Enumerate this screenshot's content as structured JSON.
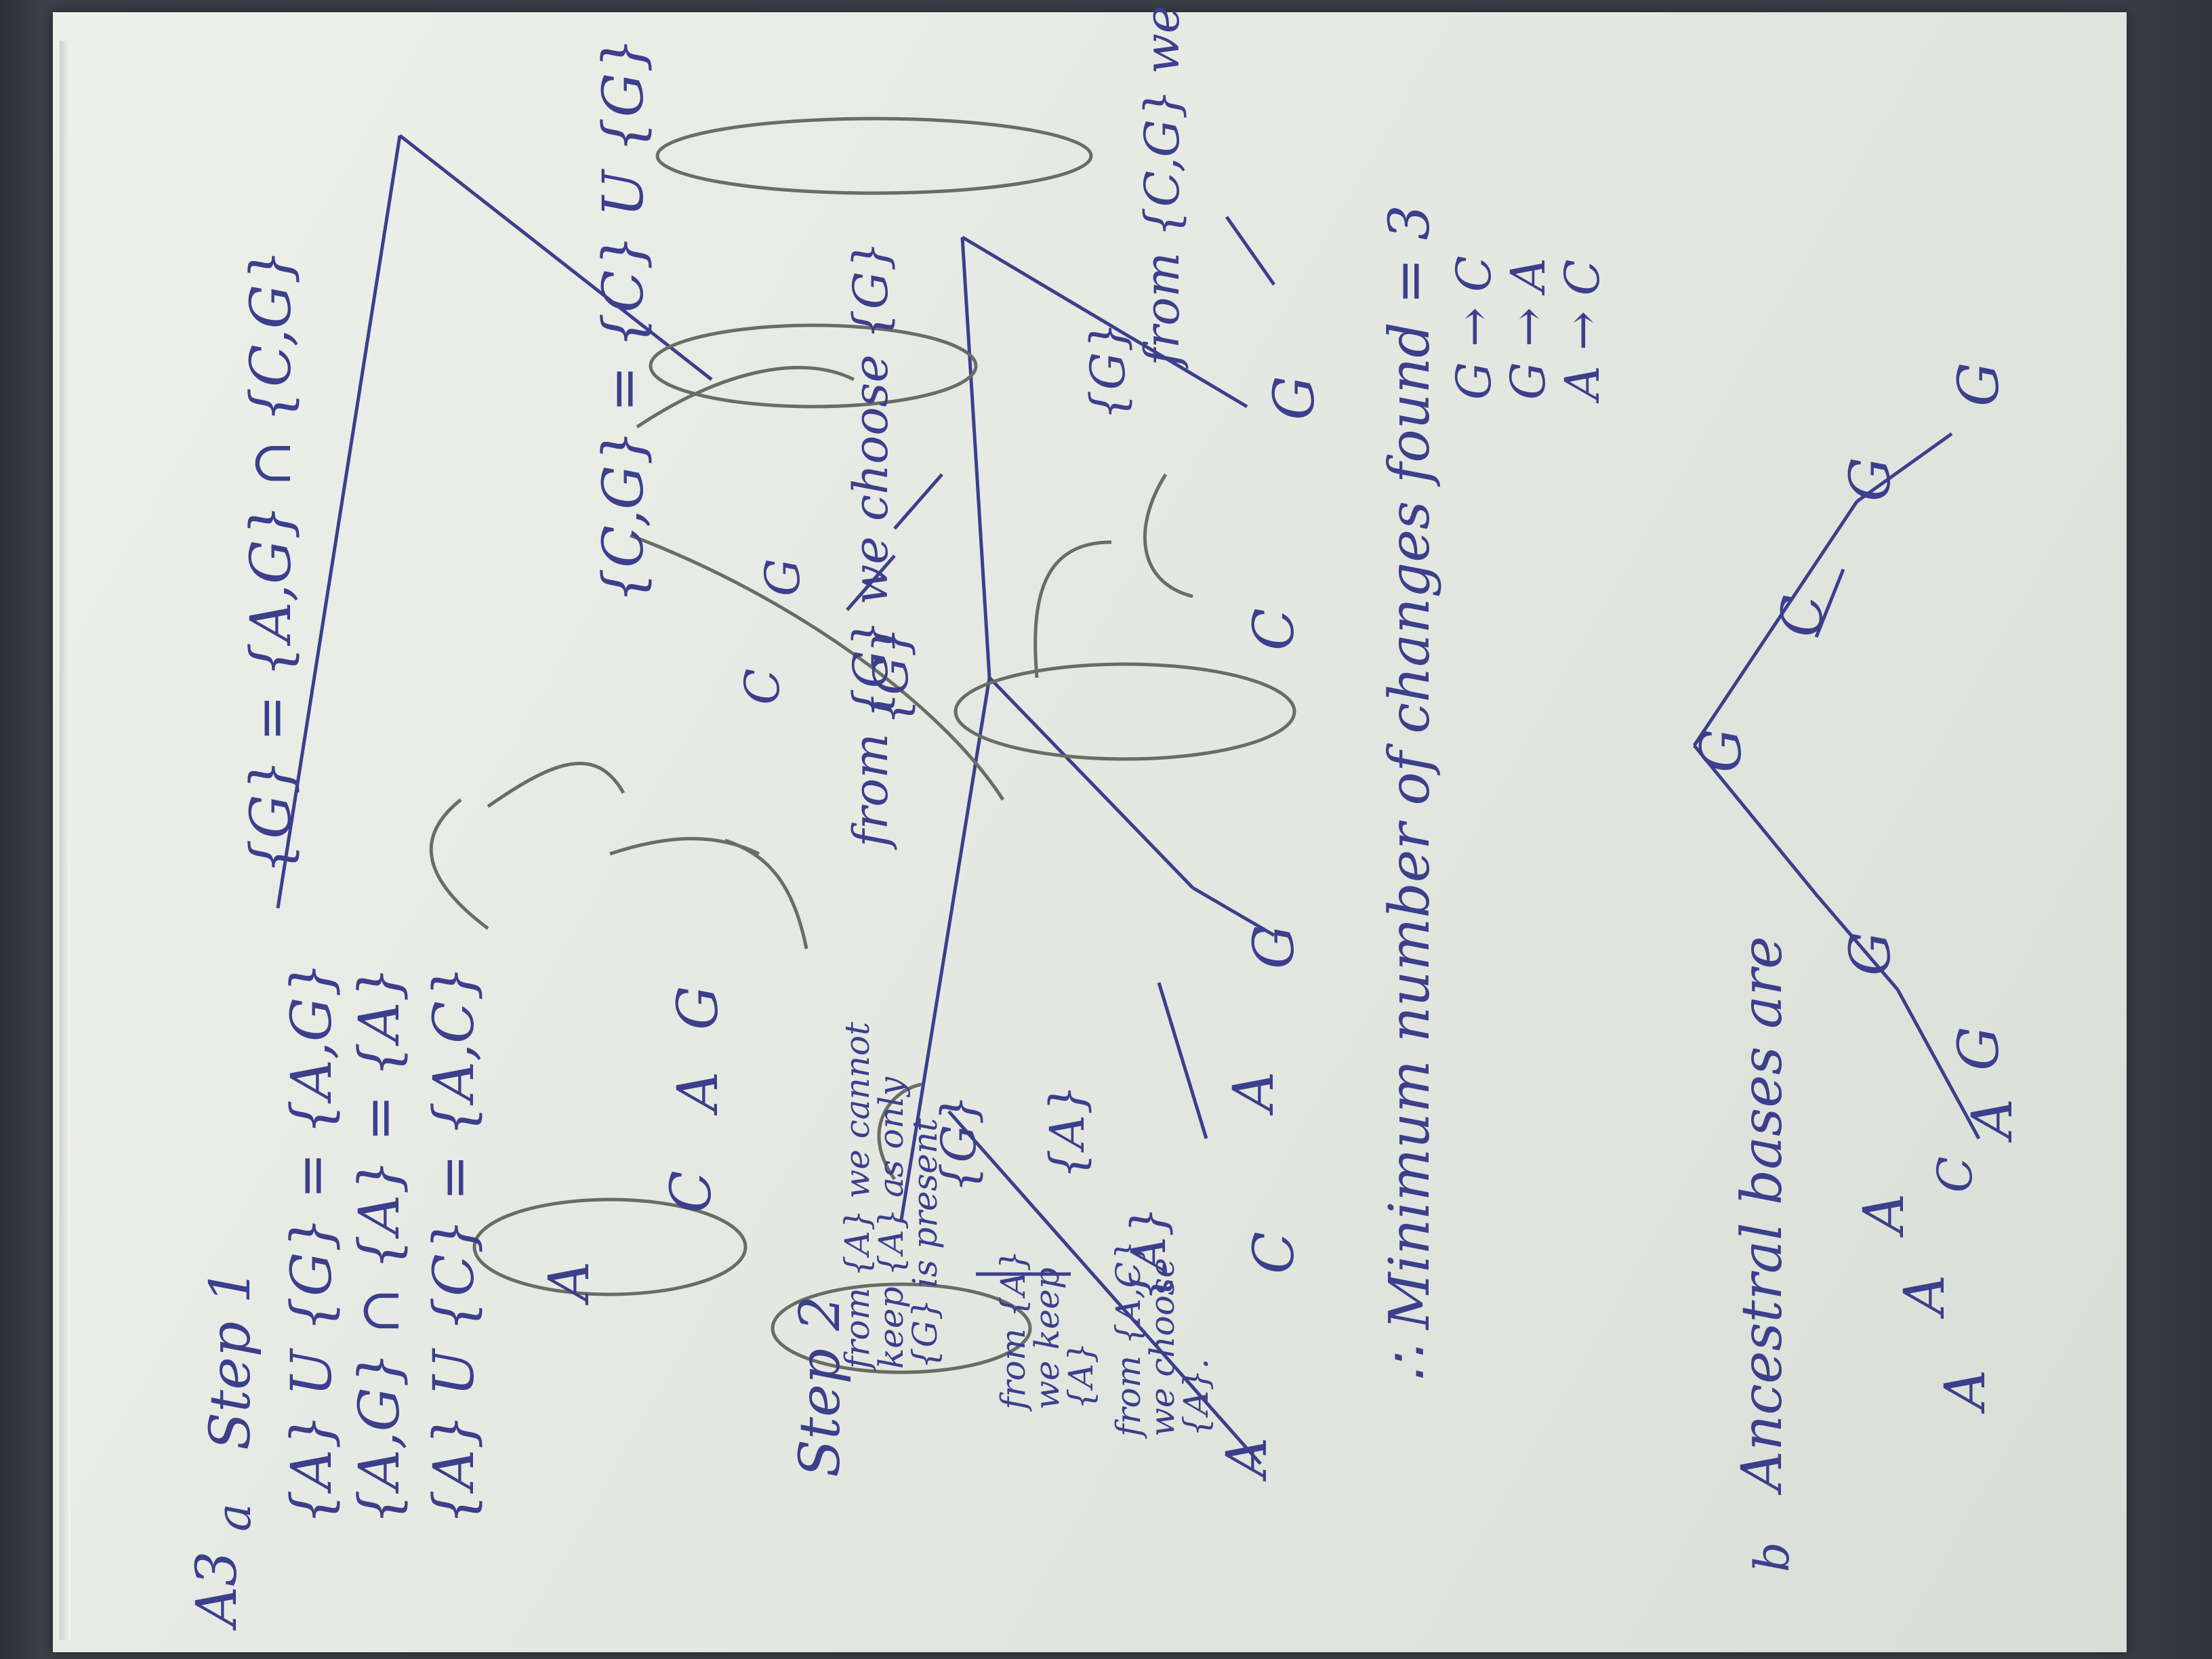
{
  "sheet": {
    "heading": "A3",
    "part_a": "a",
    "step1": "Step 1",
    "step1_lines": [
      "{A} U {G} = {A,G}",
      "{A,G} ∩ {A} = {A}",
      "{A} U {C} = {A,C}"
    ],
    "top_equation": "{G} = {A,G} ∩ {C,G}",
    "top_right_equation": "{C,G} = {C} U {G}",
    "tree1_leaves": [
      "A",
      "C",
      "A",
      "G"
    ],
    "tree1_right_leaves": [
      "C",
      "G"
    ],
    "step2": "Step 2",
    "step2_notes": [
      "from {A} we cannot keep {A} as only {G} is present",
      "{G}",
      "from {A} we keep {A}",
      "from {A,C} we choose {A}.",
      "from {G} we choose {G}",
      "from {C,G} we choose G"
    ],
    "tree2_nodes": [
      "{G}",
      "{A}",
      "{A}",
      "{G}",
      "{G}"
    ],
    "tree2_leaves": [
      "A",
      "C",
      "A",
      "G",
      "C",
      "G"
    ],
    "conclusion": "∴ Minimum number of changes found = 3",
    "changes": [
      "G → C",
      "G → A",
      "A → C"
    ],
    "part_b": "b",
    "ancestral": "Ancestral bases are",
    "tree3_labels": [
      "A",
      "A",
      "A",
      "C",
      "A",
      "G",
      "G",
      "G",
      "C",
      "G",
      "G"
    ]
  }
}
